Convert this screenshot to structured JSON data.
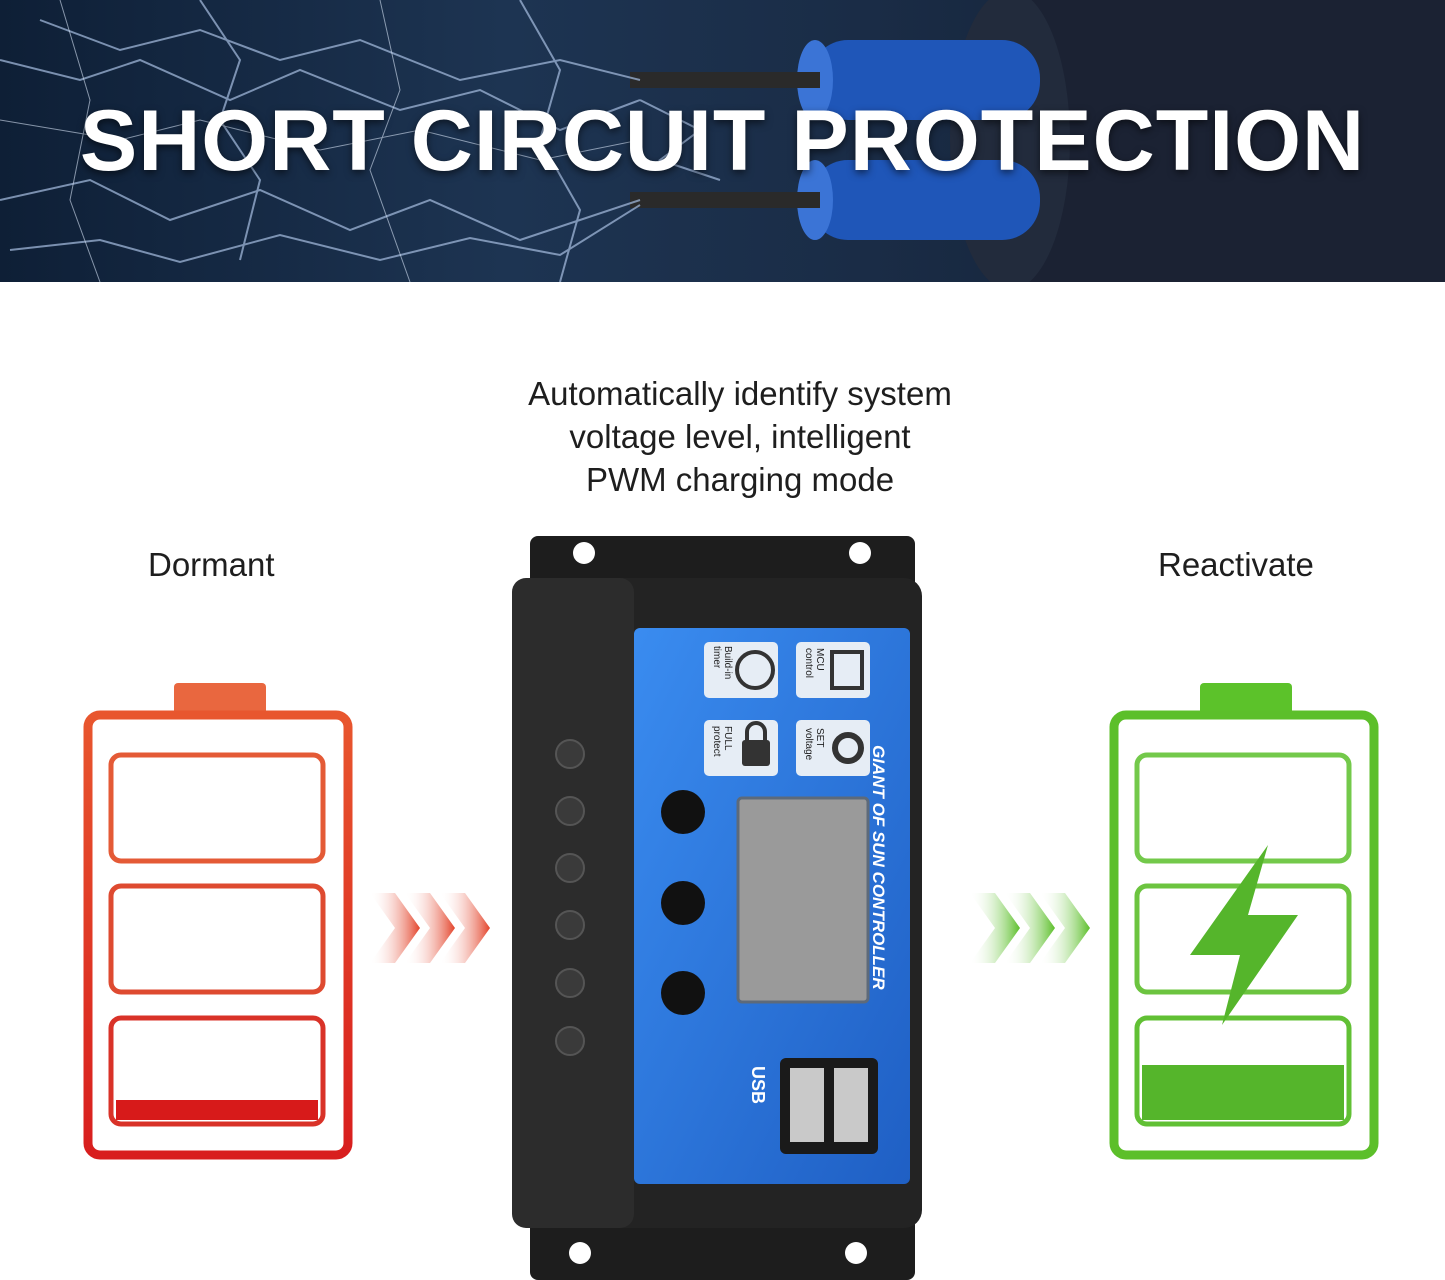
{
  "banner": {
    "title": "SHORT CIRCUIT PROTECTION"
  },
  "caption": {
    "line1": "Automatically identify system",
    "line2": "voltage level, intelligent",
    "line3": "PWM charging mode"
  },
  "states": {
    "left": "Dormant",
    "right": "Reactivate"
  },
  "controller": {
    "brand": "GIANT OF SUN CONTROLLER",
    "features": [
      {
        "line1": "Build-in",
        "line2": "timer",
        "icon": "clock-icon"
      },
      {
        "line1": "MCU",
        "line2": "control",
        "icon": "chip-icon"
      },
      {
        "line1": "FULL",
        "line2": "protect",
        "icon": "lock-icon"
      },
      {
        "line1": "SET",
        "line2": "voltage",
        "icon": "gear-icon"
      }
    ],
    "usb_label": "USB"
  },
  "colors": {
    "dormant": "#e3432a",
    "reactivate": "#5cbf2a",
    "panel_blue": "#2f7de0",
    "banner_text": "#ffffff"
  }
}
